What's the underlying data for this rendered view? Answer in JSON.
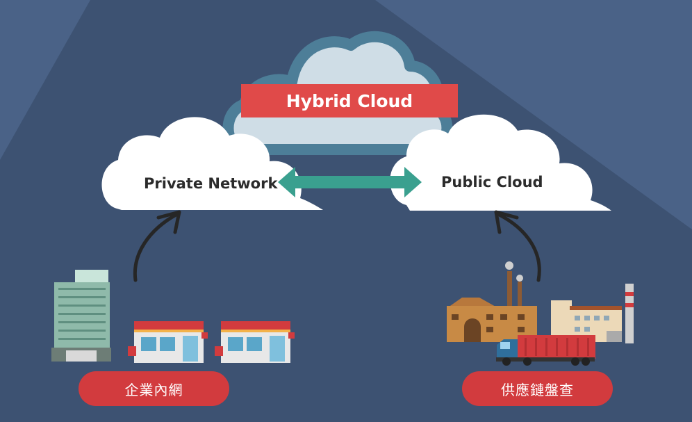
{
  "diagram": {
    "hybrid_cloud_label": "Hybrid Cloud",
    "private_network_label": "Private Network",
    "public_cloud_label": "Public Cloud",
    "enterprise_intranet_label": "企業內網",
    "supply_chain_label": "供應鏈盤查"
  },
  "colors": {
    "background": "#3d5272",
    "banner": "#e04a49",
    "pill": "#d23b3e",
    "connector": "#3aa08f",
    "cloud": "#ffffff",
    "hybrid_cloud_fill": "#cfdde6",
    "hybrid_cloud_outline": "#4d7e98"
  }
}
